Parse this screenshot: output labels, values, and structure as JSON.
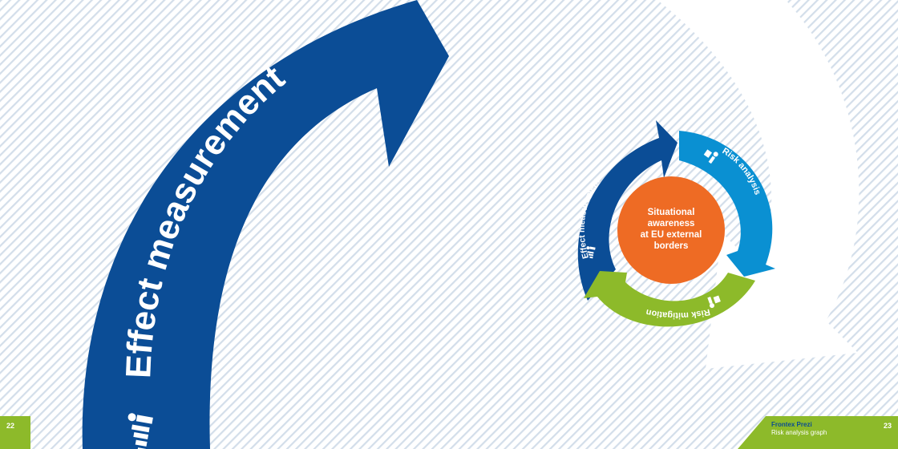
{
  "big_arc": {
    "label": "Effect measurement",
    "color": "#0b4d96",
    "icon": "effect-measurement-icon"
  },
  "cycle": {
    "center": {
      "lines": [
        "Situational",
        "awareness",
        "at EU external",
        "borders"
      ],
      "color": "#ee6b24"
    },
    "segments": [
      {
        "label": "Effect measurement",
        "color": "#0b4d96",
        "icon": "effect-measurement-icon"
      },
      {
        "label": "Risk analysis",
        "color": "#0a90d2",
        "icon": "risk-analysis-icon"
      },
      {
        "label": "Risk mitigation",
        "color": "#8dba2a",
        "icon": "risk-mitigation-icon"
      }
    ]
  },
  "footer": {
    "page_left": "22",
    "page_right": "23",
    "title": "Frontex Prezi",
    "subtitle": "Risk analysis graph"
  }
}
